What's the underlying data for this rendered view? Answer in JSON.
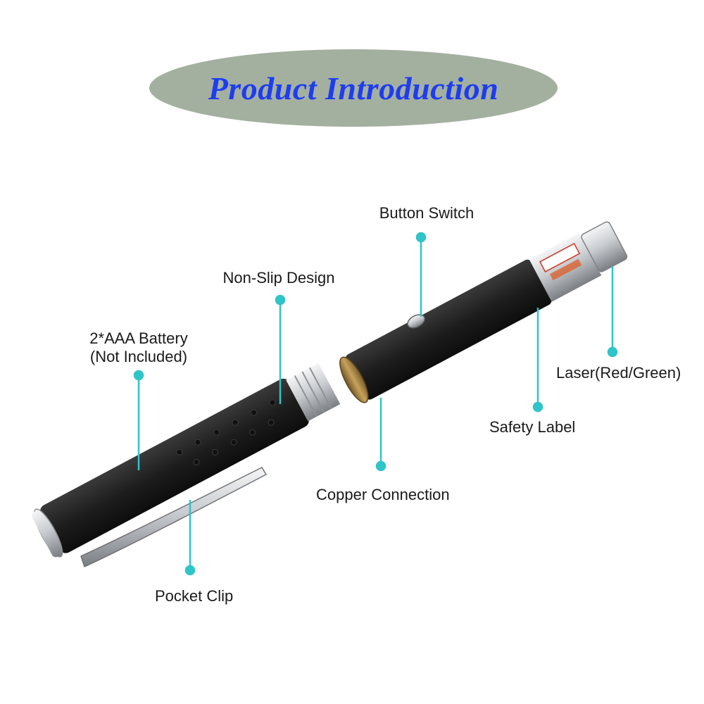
{
  "title": "Product Introduction",
  "colors": {
    "banner": "#a3b0a0",
    "title": "#1e3cf0",
    "callout": "#2fc4c8",
    "body": "#1d1d1d",
    "metal": "#c9ccd0"
  },
  "callouts": [
    {
      "id": "battery",
      "lines": [
        "2*AAA Battery",
        "(Not Included)"
      ]
    },
    {
      "id": "non-slip",
      "lines": [
        "Non-Slip Design"
      ]
    },
    {
      "id": "button",
      "lines": [
        "Button Switch"
      ]
    },
    {
      "id": "laser",
      "lines": [
        "Laser(Red/Green)"
      ]
    },
    {
      "id": "safety",
      "lines": [
        "Safety Label"
      ]
    },
    {
      "id": "copper",
      "lines": [
        "Copper Connection"
      ]
    },
    {
      "id": "clip",
      "lines": [
        "Pocket Clip"
      ]
    }
  ]
}
